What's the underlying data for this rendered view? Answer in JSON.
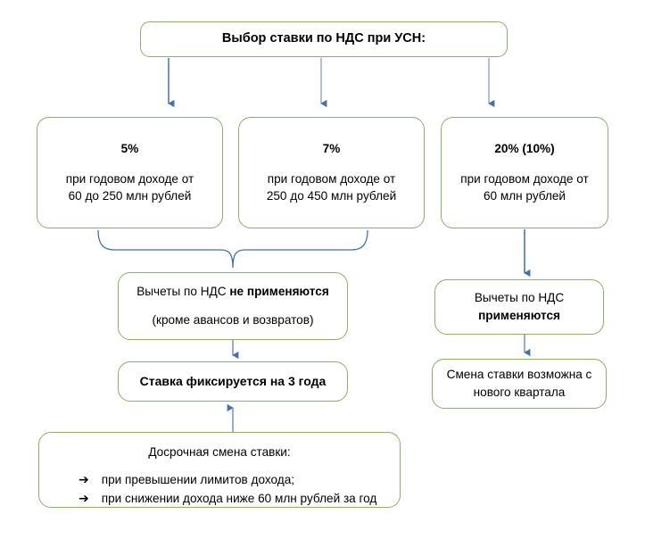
{
  "diagram": {
    "title_box": {
      "text": "Выбор ставки по НДС при УСН:"
    },
    "rate_boxes": [
      {
        "rate": "5%",
        "line1": "при годовом доходе от",
        "line2": "60 до 250 млн рублей"
      },
      {
        "rate": "7%",
        "line1": "при годовом доходе от",
        "line2": "250 до 450 млн рублей"
      },
      {
        "rate": "20% (10%)",
        "line1": "при годовом доходе от",
        "line2": "60 млн рублей"
      }
    ],
    "no_deduction": {
      "line1_normal": "Вычеты по НДС ",
      "line1_bold": "не применяются",
      "line2": "(кроме авансов и возвратов)"
    },
    "fixed_three_years": {
      "text": "Ставка фиксируется на 3 года"
    },
    "early_change": {
      "title": "Досрочная смена ставки:",
      "bullet_icon": "➔",
      "items": [
        "при превышении лимитов дохода;",
        "при снижении дохода ниже 60 млн рублей за год"
      ]
    },
    "deduction_applies": {
      "line1": "Вычеты по НДС",
      "line2_bold": "применяются"
    },
    "quarter_change": {
      "line1": "Смена ставки возможна с",
      "line2": "нового квартала"
    },
    "colors": {
      "box_border": "#8CAD6B",
      "arrow": "#4472A8",
      "arrow_light": "#9FB6DA",
      "background": "#FFFFFF",
      "text": "#000000"
    }
  }
}
